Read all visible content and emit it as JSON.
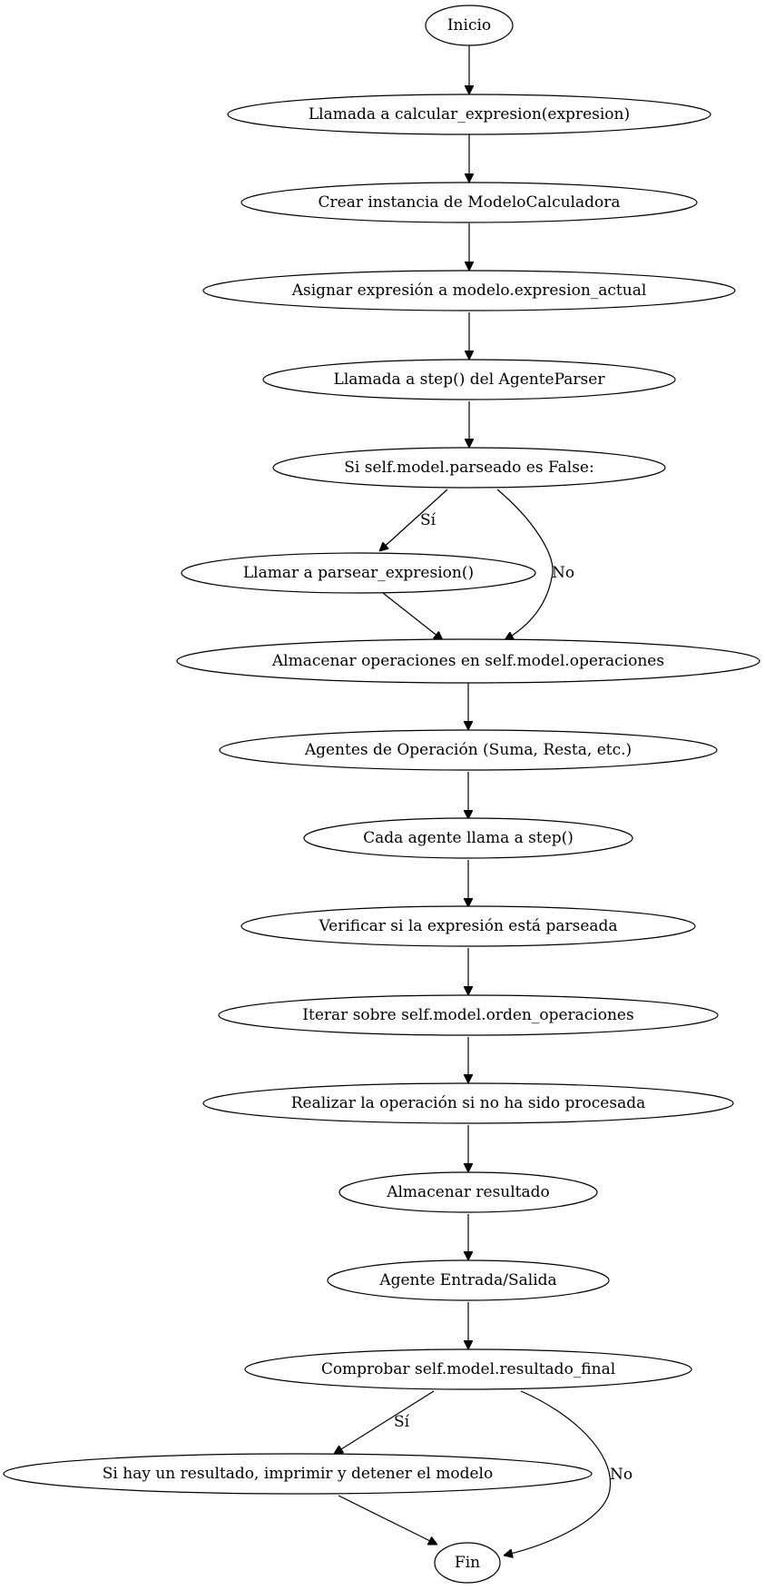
{
  "nodes": {
    "inicio": "Inicio",
    "llamada_calcular": "Llamada a calcular_expresion(expresion)",
    "crear_instancia": "Crear instancia de ModeloCalculadora",
    "asignar_expresion": "Asignar expresión a modelo.expresion_actual",
    "llamada_step_parser": "Llamada a step() del AgenteParser",
    "si_parseado": "Si self.model.parseado es False:",
    "llamar_parsear": "Llamar a parsear_expresion()",
    "almacenar_operaciones": "Almacenar operaciones en self.model.operaciones",
    "agentes_operacion": "Agentes de Operación (Suma, Resta, etc.)",
    "cada_agente": "Cada agente llama a step()",
    "verificar_parseada": "Verificar si la expresión está parseada",
    "iterar_orden": "Iterar sobre self.model.orden_operaciones",
    "realizar_operacion": "Realizar la operación si no ha sido procesada",
    "almacenar_resultado": "Almacenar resultado",
    "agente_entrada_salida": "Agente Entrada/Salida",
    "comprobar_resultado": "Comprobar self.model.resultado_final",
    "si_hay_resultado": "Si hay un resultado, imprimir y detener el modelo",
    "fin": "Fin"
  },
  "edge_labels": {
    "parseado_si": "Sí",
    "parseado_no": "No",
    "resultado_si": "Sí",
    "resultado_no": "No"
  }
}
